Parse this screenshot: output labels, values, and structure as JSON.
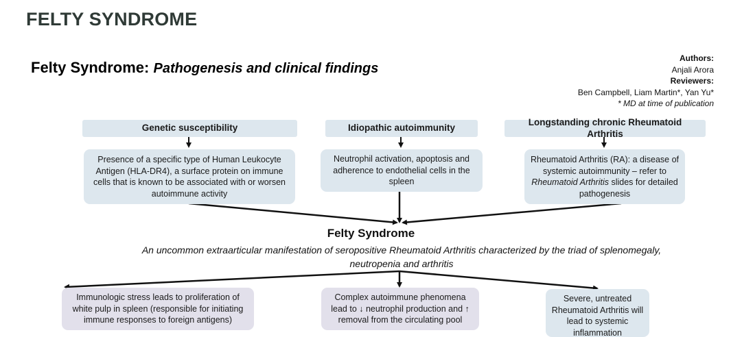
{
  "page": {
    "heading": "FELTY SYNDROME"
  },
  "slide": {
    "title_main": "Felty Syndrome:",
    "title_sub": "Pathogenesis and clinical findings",
    "credits": {
      "authors_label": "Authors:",
      "authors": "Anjali Arora",
      "reviewers_label": "Reviewers:",
      "reviewers": "Ben Campbell, Liam Martin*, Yan Yu*",
      "note": "* MD at time of publication"
    },
    "causes": [
      {
        "header": "Genetic susceptibility",
        "body": "Presence of a specific type of Human Leukocyte Antigen (HLA-DR4), a surface protein on immune cells that is known to be associated with or worsen autoimmune activity"
      },
      {
        "header": "Idiopathic autoimmunity",
        "body": "Neutrophil activation, apoptosis and adherence to endothelial cells in the spleen"
      },
      {
        "header": "Longstanding chronic Rheumatoid Arthritis",
        "body_pre": "Rheumatoid Arthritis (RA): a disease of systemic autoimmunity – refer to ",
        "body_italic": "Rheumatoid Arthritis",
        "body_post": " slides for detailed pathogenesis"
      }
    ],
    "center": {
      "title": "Felty Syndrome",
      "description": "An uncommon extraarticular manifestation of seropositive Rheumatoid Arthritis characterized by the triad of splenomegaly, neutropenia and arthritis"
    },
    "effects": [
      {
        "body": "Immunologic stress leads to proliferation of white pulp in spleen (responsible for initiating immune responses to foreign antigens)"
      },
      {
        "body": "Complex autoimmune phenomena lead to ↓ neutrophil production and ↑ removal from the circulating pool"
      },
      {
        "body": "Severe, untreated Rheumatoid Arthritis will lead to systemic inflammation"
      }
    ],
    "colors": {
      "box_blue": "#dde7ee",
      "box_lavender": "#e2e0eb",
      "heading": "#2f3a36"
    }
  }
}
